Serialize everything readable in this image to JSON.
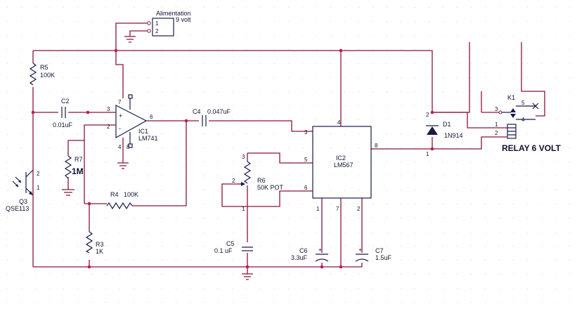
{
  "labels": {
    "alim_title": "Alimentation",
    "alim_voltage": "9 volt",
    "r5_ref": "R5",
    "r5_val": "100K",
    "c2_ref": "C2",
    "c2_val": "0.01uF",
    "r7_ref": "R7",
    "r7_val": "1M",
    "q3_ref": "Q3",
    "q3_val": "QSE113",
    "ic1_ref": "IC1",
    "ic1_val": "LM741",
    "c4_ref": "C4",
    "c4_val": "0.047uF",
    "r4_ref": "R4",
    "r4_val": "100K",
    "r3_ref": "R3",
    "r3_val": "1K",
    "r6_ref": "R6",
    "r6_val": "50K POT",
    "c5_ref": "C5",
    "c5_val": "0.1 uF",
    "ic2_ref": "IC2",
    "ic2_val": "LM567",
    "c6_ref": "C6",
    "c6_val": "3.3uF",
    "c7_ref": "C7",
    "c7_val": "1.5uF",
    "d1_ref": "D1",
    "d1_val": "1N914",
    "k1_ref": "K1",
    "relay_label": "RELAY 6 VOLT"
  },
  "pins": {
    "alim_1": "1",
    "alim_2": "2",
    "ic1_2": "2",
    "ic1_3": "3",
    "ic1_6": "6",
    "ic1_7": "7",
    "ic1_4": "4",
    "ic1_8": "8",
    "ic2_3": "3",
    "ic2_4": "4",
    "ic2_5": "5",
    "ic2_6": "6",
    "ic2_8": "8",
    "ic2_1": "1",
    "ic2_7": "7",
    "ic2_2": "2",
    "r6_1": "1",
    "r6_2": "2",
    "r6_3": "3",
    "q3_1": "1",
    "q3_2": "2",
    "d1_1": "1",
    "d1_2": "2",
    "k1_1": "1",
    "k1_2": "2",
    "k1_3": "3",
    "k1_4": "4",
    "k1_5": "5"
  }
}
